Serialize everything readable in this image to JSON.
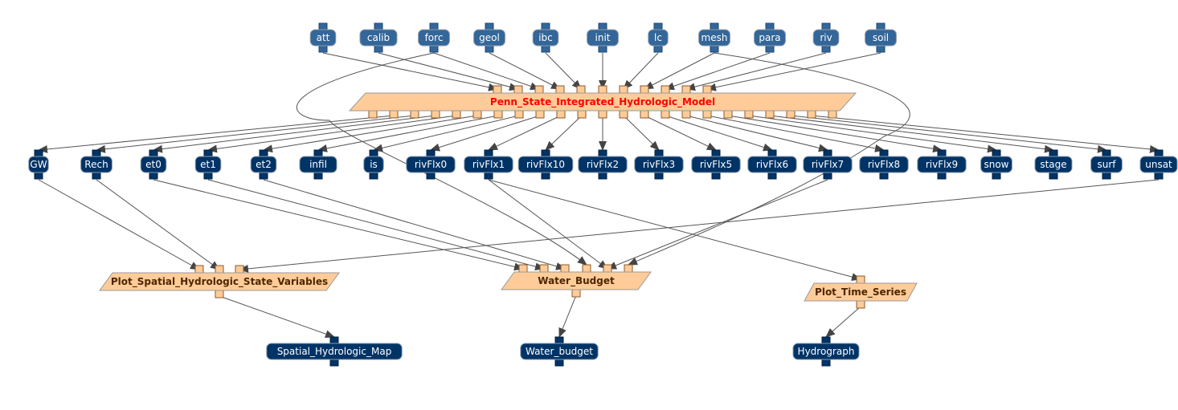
{
  "colors": {
    "input_node": "#336699",
    "input_border": "#1f4770",
    "data_node": "#003366",
    "data_border": "#001f40",
    "process_fill": "#ffcc99",
    "process_border": "#999999",
    "port_border": "#8b5a2b",
    "main_label": "#ff0000",
    "proc_label": "#4d2600",
    "edge": "#555555"
  },
  "inputs": [
    {
      "id": "att",
      "label": "att"
    },
    {
      "id": "calib",
      "label": "calib"
    },
    {
      "id": "forc",
      "label": "forc"
    },
    {
      "id": "geol",
      "label": "geol"
    },
    {
      "id": "ibc",
      "label": "ibc"
    },
    {
      "id": "init",
      "label": "init"
    },
    {
      "id": "lc",
      "label": "lc"
    },
    {
      "id": "mesh",
      "label": "mesh"
    },
    {
      "id": "para",
      "label": "para"
    },
    {
      "id": "riv",
      "label": "riv"
    },
    {
      "id": "soil",
      "label": "soil"
    }
  ],
  "main_process": {
    "id": "pihm",
    "label": "Penn_State_Integrated_Hydrologic_Model"
  },
  "intermediates": [
    {
      "id": "GW",
      "label": "GW"
    },
    {
      "id": "Rech",
      "label": "Rech"
    },
    {
      "id": "et0",
      "label": "et0"
    },
    {
      "id": "et1",
      "label": "et1"
    },
    {
      "id": "et2",
      "label": "et2"
    },
    {
      "id": "infil",
      "label": "infil"
    },
    {
      "id": "is",
      "label": "is"
    },
    {
      "id": "rivFlx0",
      "label": "rivFlx0"
    },
    {
      "id": "rivFlx1",
      "label": "rivFlx1"
    },
    {
      "id": "rivFlx10",
      "label": "rivFlx10"
    },
    {
      "id": "rivFlx2",
      "label": "rivFlx2"
    },
    {
      "id": "rivFlx3",
      "label": "rivFlx3"
    },
    {
      "id": "rivFlx5",
      "label": "rivFlx5"
    },
    {
      "id": "rivFlx6",
      "label": "rivFlx6"
    },
    {
      "id": "rivFlx7",
      "label": "rivFlx7"
    },
    {
      "id": "rivFlx8",
      "label": "rivFlx8"
    },
    {
      "id": "rivFlx9",
      "label": "rivFlx9"
    },
    {
      "id": "snow",
      "label": "snow"
    },
    {
      "id": "stage",
      "label": "stage"
    },
    {
      "id": "surf",
      "label": "surf"
    },
    {
      "id": "unsat",
      "label": "unsat"
    }
  ],
  "processes": [
    {
      "id": "plot_spatial",
      "label": "Plot_Spatial_Hydrologic_State_Variables"
    },
    {
      "id": "water_budget",
      "label": "Water_Budget"
    },
    {
      "id": "plot_ts",
      "label": "Plot_Time_Series"
    }
  ],
  "outputs": [
    {
      "id": "spatial_map",
      "label": "Spatial_Hydrologic_Map"
    },
    {
      "id": "water_budget_out",
      "label": "Water_budget"
    },
    {
      "id": "hydrograph",
      "label": "Hydrograph"
    }
  ],
  "edges": [
    {
      "from": "att",
      "to": "pihm"
    },
    {
      "from": "calib",
      "to": "pihm"
    },
    {
      "from": "forc",
      "to": "pihm"
    },
    {
      "from": "geol",
      "to": "pihm"
    },
    {
      "from": "ibc",
      "to": "pihm"
    },
    {
      "from": "init",
      "to": "pihm"
    },
    {
      "from": "lc",
      "to": "pihm"
    },
    {
      "from": "mesh",
      "to": "pihm"
    },
    {
      "from": "para",
      "to": "pihm"
    },
    {
      "from": "riv",
      "to": "pihm"
    },
    {
      "from": "soil",
      "to": "pihm"
    },
    {
      "from": "forc",
      "to": "water_budget"
    },
    {
      "from": "mesh",
      "to": "water_budget"
    },
    {
      "from": "pihm",
      "to": "GW"
    },
    {
      "from": "pihm",
      "to": "Rech"
    },
    {
      "from": "pihm",
      "to": "et0"
    },
    {
      "from": "pihm",
      "to": "et1"
    },
    {
      "from": "pihm",
      "to": "et2"
    },
    {
      "from": "pihm",
      "to": "infil"
    },
    {
      "from": "pihm",
      "to": "is"
    },
    {
      "from": "pihm",
      "to": "rivFlx0"
    },
    {
      "from": "pihm",
      "to": "rivFlx1"
    },
    {
      "from": "pihm",
      "to": "rivFlx10"
    },
    {
      "from": "pihm",
      "to": "rivFlx2"
    },
    {
      "from": "pihm",
      "to": "rivFlx3"
    },
    {
      "from": "pihm",
      "to": "rivFlx5"
    },
    {
      "from": "pihm",
      "to": "rivFlx6"
    },
    {
      "from": "pihm",
      "to": "rivFlx7"
    },
    {
      "from": "pihm",
      "to": "rivFlx8"
    },
    {
      "from": "pihm",
      "to": "rivFlx9"
    },
    {
      "from": "pihm",
      "to": "snow"
    },
    {
      "from": "pihm",
      "to": "stage"
    },
    {
      "from": "pihm",
      "to": "surf"
    },
    {
      "from": "pihm",
      "to": "unsat"
    },
    {
      "from": "GW",
      "to": "plot_spatial"
    },
    {
      "from": "Rech",
      "to": "plot_spatial"
    },
    {
      "from": "unsat",
      "to": "plot_spatial"
    },
    {
      "from": "et0",
      "to": "water_budget"
    },
    {
      "from": "et1",
      "to": "water_budget"
    },
    {
      "from": "et2",
      "to": "water_budget"
    },
    {
      "from": "rivFlx1",
      "to": "water_budget"
    },
    {
      "from": "rivFlx7",
      "to": "water_budget"
    },
    {
      "from": "rivFlx1",
      "to": "plot_ts"
    },
    {
      "from": "plot_spatial",
      "to": "spatial_map"
    },
    {
      "from": "water_budget",
      "to": "water_budget_out"
    },
    {
      "from": "plot_ts",
      "to": "hydrograph"
    }
  ]
}
